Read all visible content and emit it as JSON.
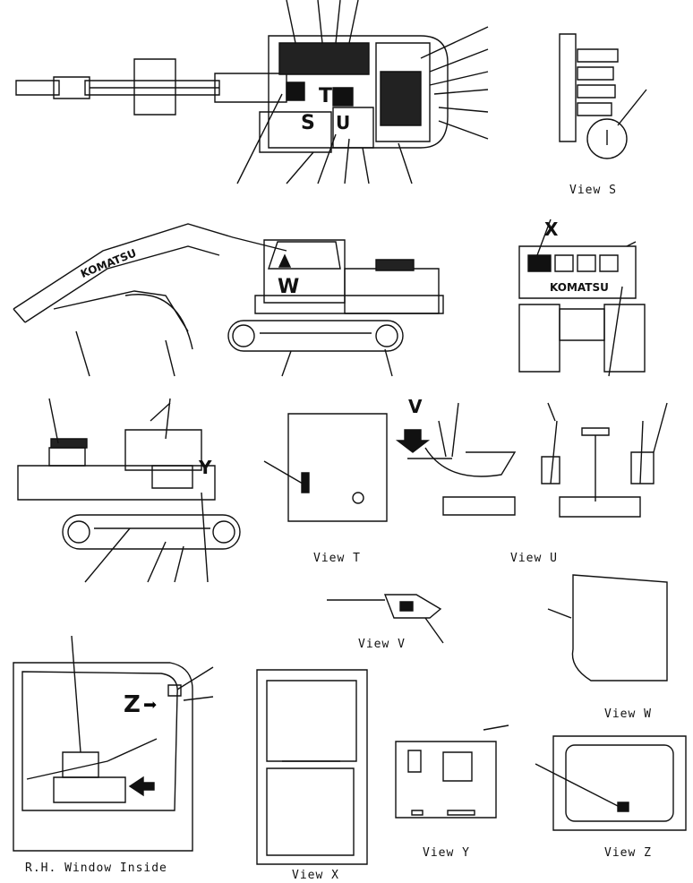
{
  "views": {
    "s": "View S",
    "t": "View T",
    "u": "View U",
    "v": "View V",
    "w": "View W",
    "x": "View X",
    "y": "View Y",
    "z": "View Z",
    "rh_window": "R.H. Window Inside"
  },
  "letters": {
    "s": "S",
    "t": "T",
    "u": "U",
    "v": "V",
    "w": "W",
    "x": "X",
    "y": "Y",
    "z": "Z"
  },
  "brand": "KOMATSU",
  "colors": {
    "ink": "#111111",
    "paper": "#ffffff"
  }
}
